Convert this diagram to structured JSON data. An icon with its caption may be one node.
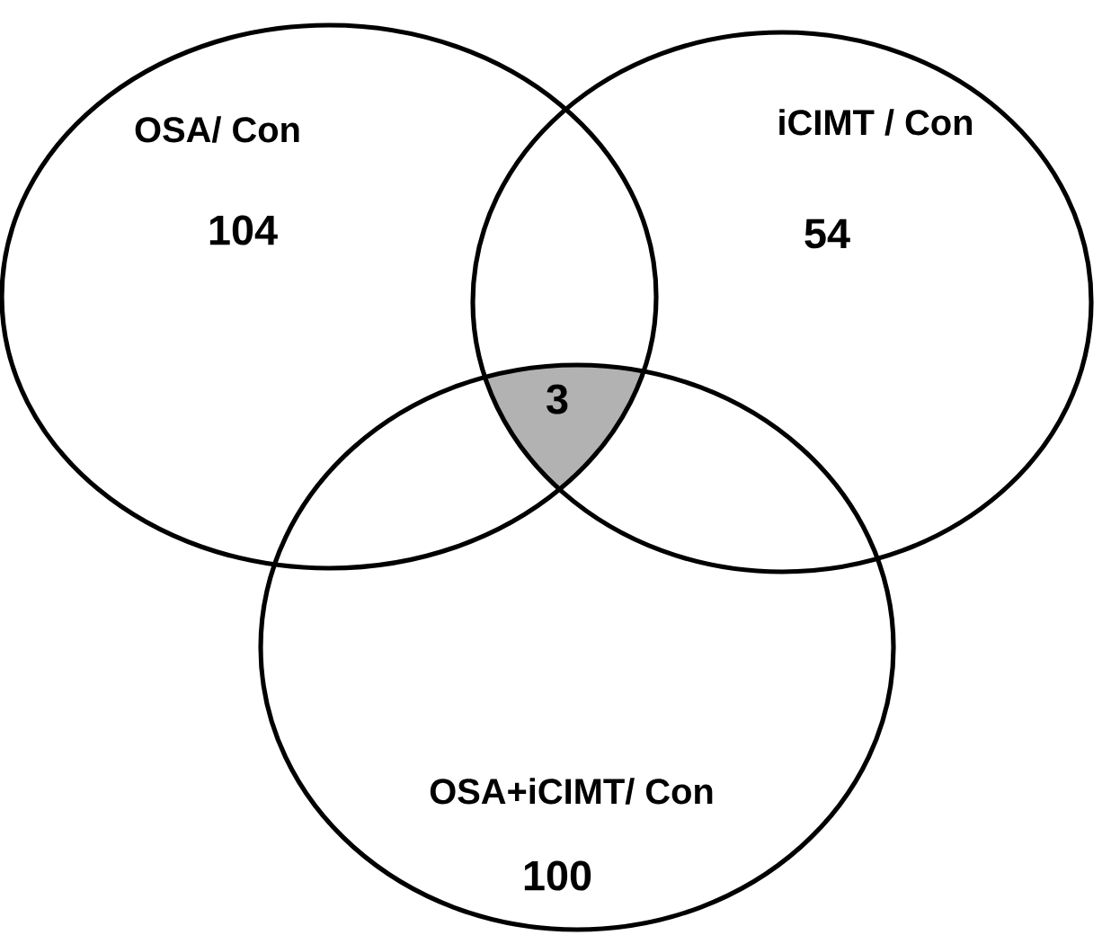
{
  "diagram": {
    "nodes": [
      {
        "text": [
          "OSA/ Con",
          "104"
        ]
      },
      {
        "text": [
          "iCIMT / Con",
          "54"
        ]
      },
      {
        "text": [
          "OSA+iCIMT/ Con",
          "100"
        ]
      },
      {
        "text": [
          "3"
        ]
      }
    ]
  }
}
